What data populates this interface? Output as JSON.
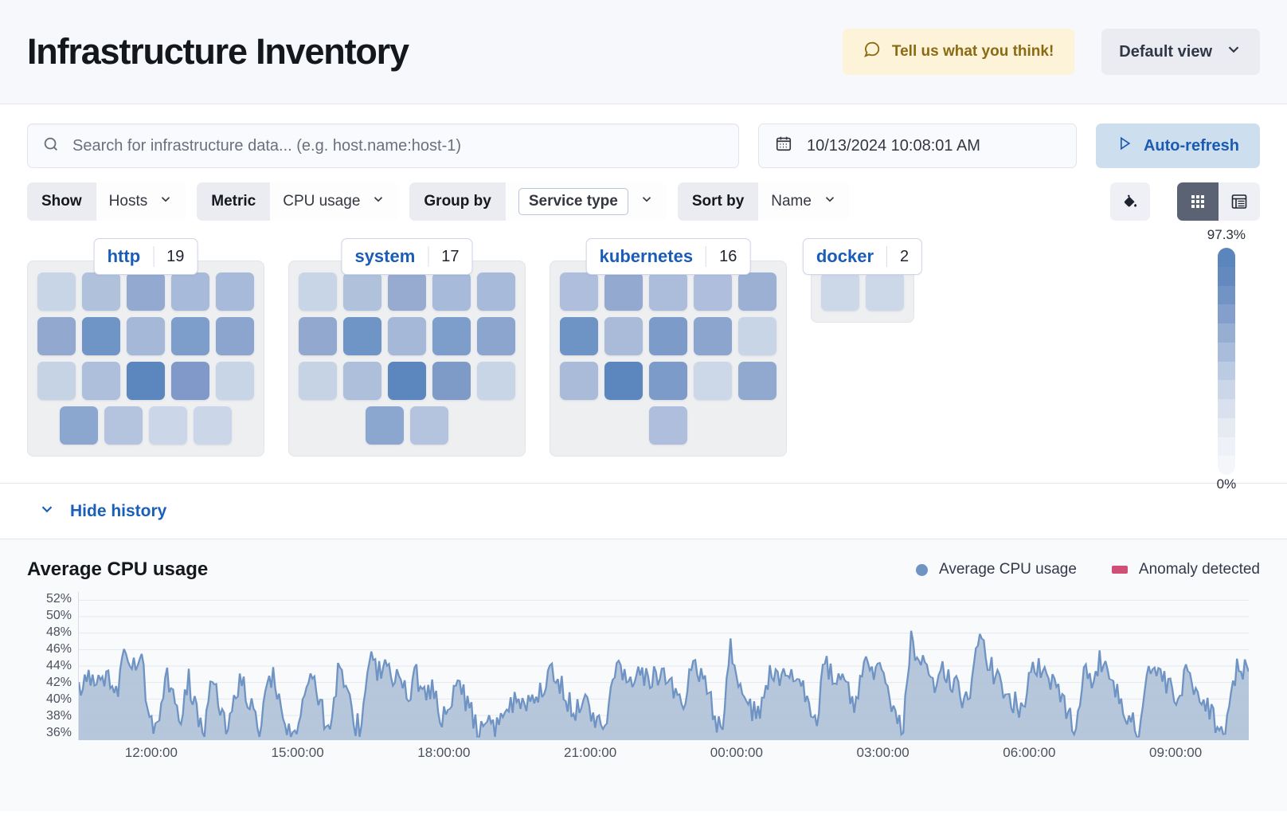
{
  "header": {
    "title": "Infrastructure Inventory",
    "feedback_label": "Tell us what you think!",
    "feedback_icon": "comment-icon",
    "view_selector_label": "Default view",
    "view_selector_icon": "chevron-down-icon"
  },
  "search": {
    "placeholder": "Search for infrastructure data... (e.g. host.name:host-1)",
    "value": "",
    "icon": "search-icon",
    "date_value": "10/13/2024 10:08:01 AM",
    "date_icon": "calendar-icon",
    "refresh_label": "Auto-refresh",
    "refresh_icon": "play-icon"
  },
  "filters": [
    {
      "label": "Show",
      "value": "Hosts",
      "boxed": false,
      "icon": "chevron-down-icon"
    },
    {
      "label": "Metric",
      "value": "CPU usage",
      "boxed": false,
      "icon": "chevron-down-icon"
    },
    {
      "label": "Group by",
      "value": "Service type",
      "boxed": true,
      "icon": "chevron-down-icon"
    },
    {
      "label": "Sort by",
      "value": "Name",
      "boxed": false,
      "icon": "chevron-down-icon"
    }
  ],
  "toolbar": {
    "palette_icon": "paint-bucket-icon",
    "grid_view_icon": "grid-view-icon",
    "table_view_icon": "table-view-icon",
    "active_view": "grid"
  },
  "legend_scale": {
    "max_label": "97.3%",
    "min_label": "0%",
    "steps": [
      "#5b85bd",
      "#6389bf",
      "#7194c5",
      "#849fcb",
      "#97aed3",
      "#a9bcdb",
      "#bccbe4",
      "#ccd6e9",
      "#d9e0ee",
      "#e5eaf3",
      "#eef1f7",
      "#f4f6fa"
    ]
  },
  "groups": [
    {
      "name": "http",
      "count": "19",
      "rows": [
        [
          "#c8d5e6",
          "#b0c1dc",
          "#93a9d0",
          "#a7bad9",
          "#a7bad9"
        ],
        [
          "#92a8cf",
          "#6f95c6",
          "#a5b8d8",
          "#7d9dca",
          "#8ca5ce"
        ],
        [
          "#c6d3e5",
          "#adbfdb",
          "#5c86be",
          "#8099c8",
          "#c8d5e6"
        ],
        [
          "#8ba6cf",
          "#b4c3de",
          "#cbd7e8",
          "#cbd7e8"
        ]
      ]
    },
    {
      "name": "system",
      "count": "17",
      "rows": [
        [
          "#c8d5e6",
          "#b0c1dc",
          "#97abd1",
          "#a7bad9",
          "#a7bad9"
        ],
        [
          "#92a8cf",
          "#6f95c6",
          "#a5b8d8",
          "#7d9dca",
          "#8ca5ce"
        ],
        [
          "#c6d3e5",
          "#adbfdb",
          "#5c86be",
          "#7e9bc8",
          "#c8d5e6"
        ],
        [
          "#8ba6cf",
          "#b4c3de"
        ]
      ]
    },
    {
      "name": "kubernetes",
      "count": "16",
      "rows": [
        [
          "#aebedc",
          "#93a9d0",
          "#acbddb",
          "#aebedc",
          "#9cb0d4"
        ],
        [
          "#6e93c5",
          "#a9bbd9",
          "#7d9bc8",
          "#8ca5ce",
          "#c8d5e6"
        ],
        [
          "#aabbda",
          "#5c86be",
          "#7d9bc8",
          "#ccd7e8",
          "#92a9cf"
        ],
        [
          "#aebedc"
        ]
      ]
    },
    {
      "name": "docker",
      "count": "2",
      "rows": [
        [
          "#ccd7e8",
          "#ccd7e8"
        ]
      ]
    }
  ],
  "history": {
    "toggle_label": "Hide history",
    "toggle_icon": "chevron-down-icon"
  },
  "chart_data": {
    "type": "area",
    "title": "Average CPU usage",
    "xlabel": "",
    "ylabel": "",
    "grid": true,
    "legend_position": "top-right",
    "legend": [
      {
        "name": "Average CPU usage",
        "color": "#6f94c4",
        "marker": "dot"
      },
      {
        "name": "Anomaly detected",
        "color": "#cf4f76",
        "marker": "square"
      }
    ],
    "ylim": [
      35,
      53
    ],
    "ytick_labels": [
      "52%",
      "50%",
      "48%",
      "46%",
      "44%",
      "42%",
      "40%",
      "38%",
      "36%"
    ],
    "ytick_values": [
      52,
      50,
      48,
      46,
      44,
      42,
      40,
      38,
      36
    ],
    "xtick_labels": [
      "12:00:00",
      "15:00:00",
      "18:00:00",
      "21:00:00",
      "00:00:00",
      "03:00:00",
      "06:00:00",
      "09:00:00"
    ],
    "series": [
      {
        "name": "Average CPU usage",
        "color": "#6f94c4",
        "fill": "#aabdd6",
        "values": [
          41.8,
          42.4,
          41.7,
          42.6,
          42.0,
          41.6,
          46.4,
          44.6,
          44.3,
          38.0,
          36.2,
          43.0,
          41.5,
          37.6,
          42.1,
          38.3,
          36.1,
          42.5,
          38.9,
          36.4,
          41.6,
          42.2,
          38.7,
          36.0,
          43.0,
          42.4,
          38.2,
          35.9,
          36.8,
          41.9,
          42.3,
          38.5,
          36.1,
          42.8,
          42.0,
          37.2,
          36.3,
          44.8,
          43.6,
          44.0,
          41.7,
          42.6,
          41.0,
          42.9,
          40.3,
          41.3,
          38.4,
          37.1,
          42.1,
          40.6,
          38.2,
          36.0,
          36.9,
          36.2,
          38.1,
          39.8,
          40.1,
          39.3,
          40.6,
          41.4,
          43.0,
          42.2,
          40.5,
          38.6,
          39.9,
          38.8,
          37.3,
          36.2,
          42.8,
          43.4,
          42.3,
          43.1,
          42.0,
          42.7,
          43.2,
          41.6,
          40.8,
          39.4,
          42.9,
          43.6,
          41.1,
          37.8,
          36.4,
          46.6,
          43.0,
          39.8,
          38.4,
          39.2,
          43.0,
          42.6,
          43.4,
          42.0,
          41.2,
          39.6,
          38.0,
          44.3,
          43.0,
          42.1,
          40.5,
          38.9,
          44.2,
          42.6,
          43.1,
          41.0,
          38.2,
          36.5,
          47.1,
          44.8,
          42.7,
          41.6,
          43.4,
          42.2,
          41.0,
          39.5,
          43.8,
          47.2,
          44.0,
          42.6,
          41.2,
          39.8,
          38.4,
          42.8,
          44.4,
          43.0,
          41.6,
          40.2,
          38.5,
          36.8,
          43.5,
          42.2,
          44.6,
          43.0,
          41.4,
          39.0,
          37.2,
          36.0,
          42.9,
          43.8,
          42.4,
          41.0,
          39.4,
          43.2,
          41.8,
          40.4,
          38.8,
          37.0,
          35.8,
          42.6,
          44.1,
          43.3
        ]
      }
    ]
  }
}
